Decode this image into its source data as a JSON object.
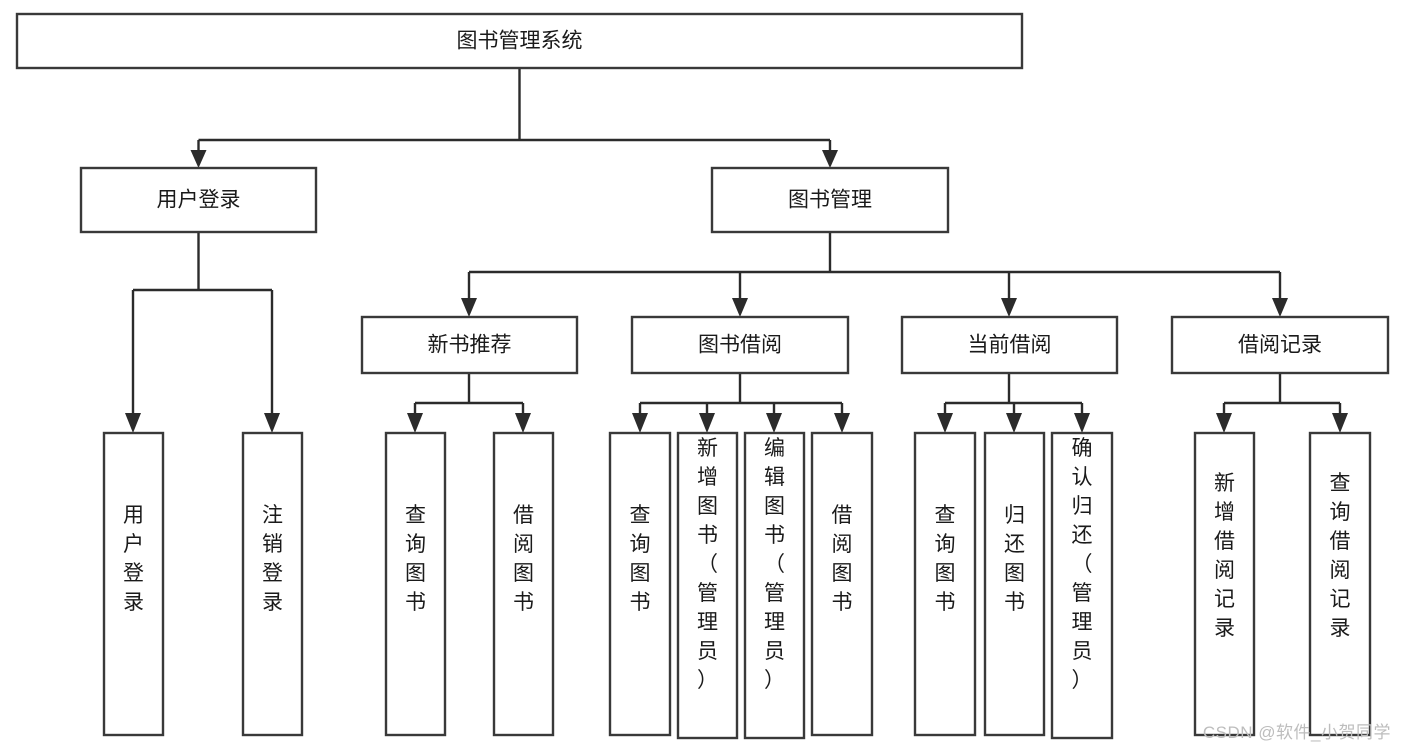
{
  "diagram": {
    "type": "tree-hierarchy",
    "title": "图书管理系统",
    "watermark": "CSDN @软件_小贺同学",
    "colors": {
      "box_stroke": "#393939",
      "connector": "#2b2b2b",
      "box_fill": "#ffffff",
      "text": "#1a1a1a",
      "watermark": "#bdbdbd"
    },
    "levels": {
      "root": {
        "label": "图书管理系统"
      },
      "level2": [
        {
          "id": "user-login",
          "label": "用户登录"
        },
        {
          "id": "book-manage",
          "label": "图书管理"
        }
      ],
      "level3": [
        {
          "id": "new-book-recommend",
          "label": "新书推荐",
          "parent": "book-manage"
        },
        {
          "id": "book-borrow",
          "label": "图书借阅",
          "parent": "book-manage"
        },
        {
          "id": "current-borrow",
          "label": "当前借阅",
          "parent": "book-manage"
        },
        {
          "id": "borrow-record",
          "label": "借阅记录",
          "parent": "book-manage"
        }
      ],
      "leaves": [
        {
          "id": "leaf-user-login",
          "label": "用户登录",
          "parent": "user-login"
        },
        {
          "id": "leaf-user-logout",
          "label": "注销登录",
          "parent": "user-login"
        },
        {
          "id": "leaf-query-book-1",
          "label": "查询图书",
          "parent": "new-book-recommend"
        },
        {
          "id": "leaf-borrow-book-1",
          "label": "借阅图书",
          "parent": "new-book-recommend"
        },
        {
          "id": "leaf-query-book-2",
          "label": "查询图书",
          "parent": "book-borrow"
        },
        {
          "id": "leaf-add-book",
          "label": "新增图书（管理员）",
          "parent": "book-borrow"
        },
        {
          "id": "leaf-edit-book",
          "label": "编辑图书（管理员）",
          "parent": "book-borrow"
        },
        {
          "id": "leaf-borrow-book-2",
          "label": "借阅图书",
          "parent": "book-borrow"
        },
        {
          "id": "leaf-query-book-3",
          "label": "查询图书",
          "parent": "current-borrow"
        },
        {
          "id": "leaf-return-book",
          "label": "归还图书",
          "parent": "current-borrow"
        },
        {
          "id": "leaf-confirm-return",
          "label": "确认归还（管理员）",
          "parent": "current-borrow"
        },
        {
          "id": "leaf-add-record",
          "label": "新增借阅记录",
          "parent": "borrow-record"
        },
        {
          "id": "leaf-query-record",
          "label": "查询借阅记录",
          "parent": "borrow-record"
        }
      ]
    }
  }
}
